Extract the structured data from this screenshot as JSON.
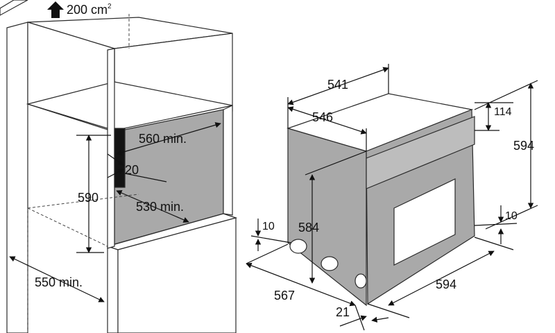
{
  "colors": {
    "outline": "#2a2a2a",
    "fill_light": "#ffffff",
    "fill_grey": "#a9a9a9",
    "fill_dark": "#141414",
    "dash": "#444444"
  },
  "labels": {
    "vent_area": "200 cm",
    "vent_unit_sup": "2",
    "cab_560_min": "560 min.",
    "cab_20": "20",
    "cab_590": "590",
    "cab_530_min": "530 min.",
    "cab_550_min": "550 min.",
    "oven_541": "541",
    "oven_546": "546",
    "oven_114": "114",
    "oven_594_h": "594",
    "oven_10_left": "10",
    "oven_584": "584",
    "oven_10_right": "10",
    "oven_567": "567",
    "oven_594_w": "594",
    "oven_21": "21"
  },
  "icons": {
    "vent_arrow": "arrow-up-icon"
  }
}
